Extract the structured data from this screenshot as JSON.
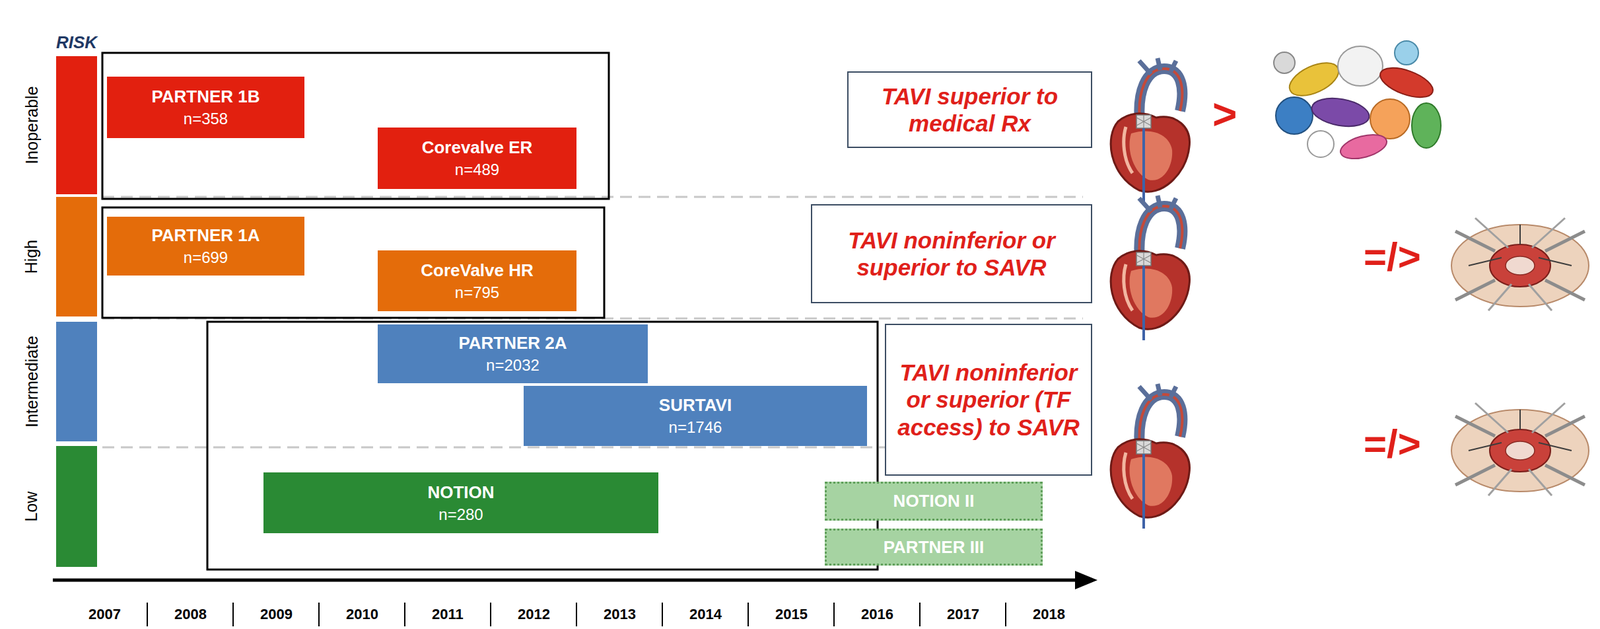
{
  "diagram": {
    "nodes": [
      {
        "text": [
          "Inoperable"
        ]
      },
      {
        "text": [
          "PARTNER 1B",
          "n=358"
        ]
      },
      {
        "text": [
          "Corevalve ER",
          "n=489"
        ]
      },
      {
        "text": [
          "TAVI superior to medical Rx"
        ]
      },
      {
        "text": [
          "High"
        ]
      },
      {
        "text": [
          "PARTNER 1A",
          "n=699"
        ]
      },
      {
        "text": [
          "CoreValve HR",
          "n=795"
        ]
      },
      {
        "text": [
          "TAVI noninferior or superior to SAVR"
        ]
      },
      {
        "text": [
          "Intermediate"
        ]
      },
      {
        "text": [
          "PARTNER 2A",
          "n=2032"
        ]
      },
      {
        "text": [
          "SURTAVI",
          "n=1746"
        ]
      },
      {
        "text": [
          "TAVI noninferior or superior (TF access) to SAVR"
        ]
      },
      {
        "text": [
          "Low"
        ]
      },
      {
        "text": [
          "NOTION",
          "n=280"
        ]
      },
      {
        "text": [
          "NOTION II"
        ]
      },
      {
        "text": [
          "PARTNER III"
        ]
      }
    ],
    "labels": [
      "RISK",
      ">",
      "=/>",
      "=/>",
      "2007",
      "2008",
      "2009",
      "2010",
      "2011",
      "2012",
      "2013",
      "2014",
      "2015",
      "2016",
      "2017",
      "2018"
    ]
  }
}
